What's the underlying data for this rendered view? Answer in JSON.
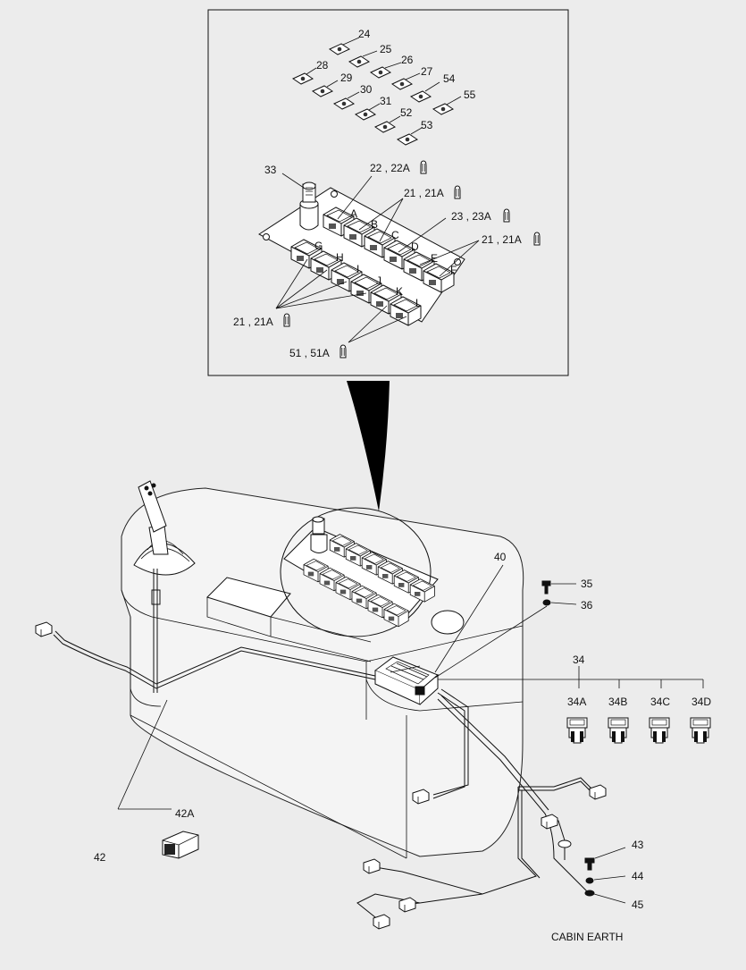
{
  "callouts": {
    "c24": "24",
    "c25": "25",
    "c26": "26",
    "c27": "27",
    "c28": "28",
    "c29": "29",
    "c30": "30",
    "c31": "31",
    "c52": "52",
    "c53": "53",
    "c54": "54",
    "c55": "55",
    "c33": "33",
    "c22": "22 , 22A",
    "c21a": "21 , 21A",
    "c23": "23 , 23A",
    "c21b": "21 , 21A",
    "c21c": "21 , 21A",
    "c51": "51 , 51A",
    "c40": "40",
    "c35": "35",
    "c36": "36",
    "c34": "34",
    "c34a": "34A",
    "c34b": "34B",
    "c34c": "34C",
    "c34d": "34D",
    "c42a": "42A",
    "c42": "42",
    "c43": "43",
    "c44": "44",
    "c45": "45"
  },
  "switch_letters": {
    "top": [
      "A",
      "B",
      "C",
      "D",
      "E",
      "F"
    ],
    "bottom": [
      "G",
      "H",
      "I",
      "J",
      "K",
      "L"
    ]
  },
  "caption": "CABIN EARTH",
  "icons": {
    "bulb": "bulb-icon",
    "fuse": "blade-fuse-icon"
  }
}
